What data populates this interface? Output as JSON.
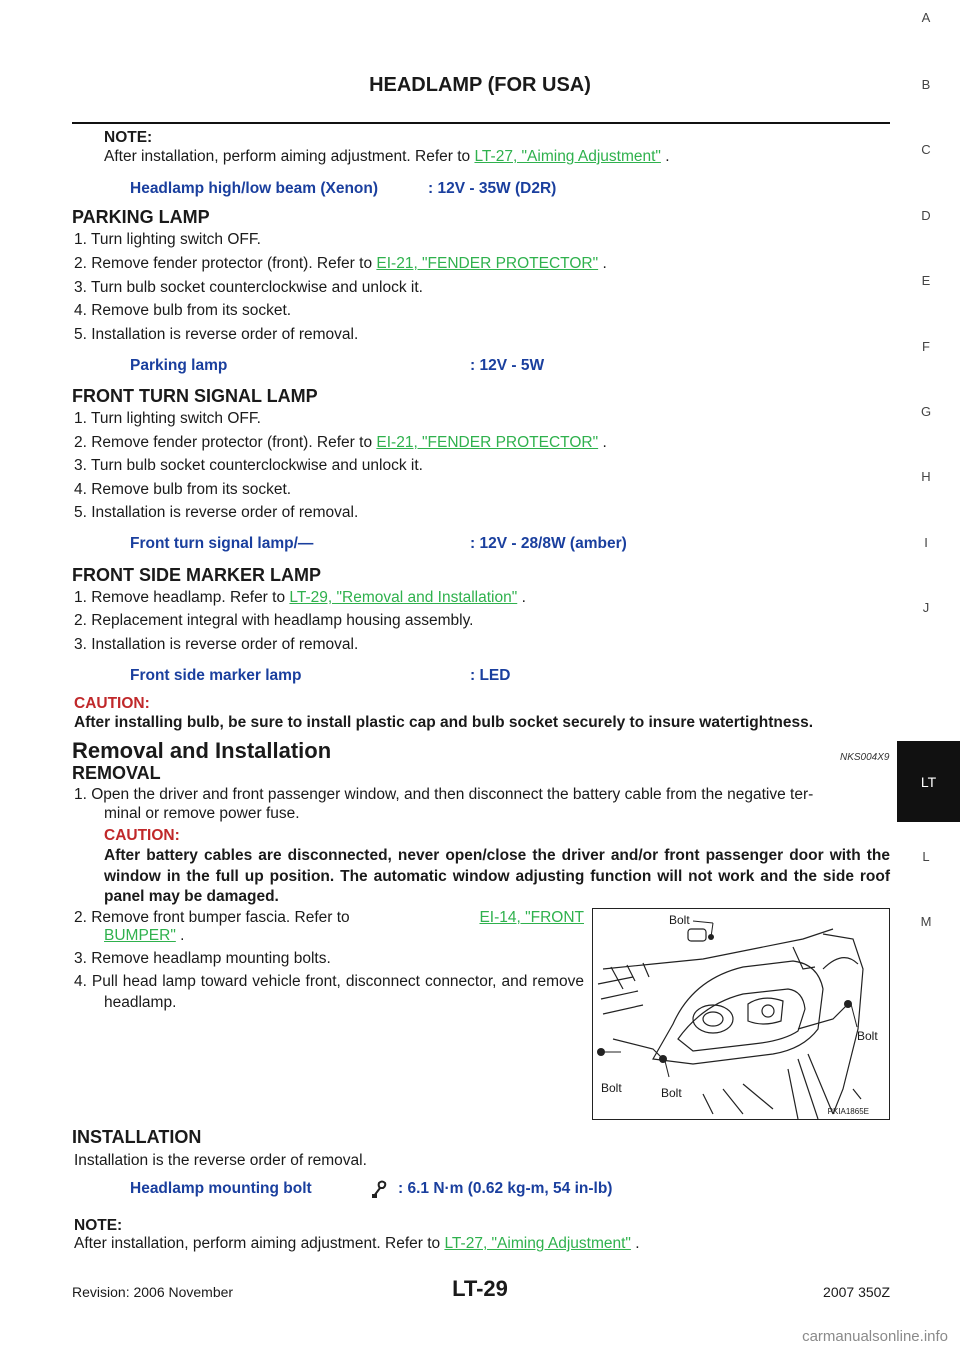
{
  "header": {
    "title": "HEADLAMP (FOR USA)"
  },
  "side_index": [
    "A",
    "B",
    "C",
    "D",
    "E",
    "F",
    "G",
    "H",
    "I",
    "J",
    "LT",
    "L",
    "M"
  ],
  "intro_note": {
    "label": "NOTE:",
    "text": "After installation, perform aiming adjustment. Refer to",
    "link": "LT-27, \"Aiming Adjustment\"",
    "suffix": "."
  },
  "spec_headlamp": {
    "name": "Headlamp high/low beam (Xenon)",
    "value": ": 12V - 35W (D2R)"
  },
  "parking": {
    "heading": "PARKING LAMP",
    "steps": [
      "1. Turn lighting switch OFF.",
      "2. Remove fender protector (front). Refer to",
      "3. Turn bulb socket counterclockwise and unlock it.",
      "4. Remove bulb from its socket.",
      "5. Installation is reverse order of removal."
    ],
    "link": "EI-21, \"FENDER PROTECTOR\"",
    "suffix": ".",
    "spec_name": "Parking lamp",
    "spec_value": ": 12V - 5W"
  },
  "turn": {
    "heading": "FRONT TURN SIGNAL LAMP",
    "steps": [
      "1. Turn lighting switch OFF.",
      "2. Remove fender protector (front). Refer to",
      "3. Turn bulb socket counterclockwise and unlock it.",
      "4. Remove bulb from its socket.",
      "5. Installation is reverse order of removal."
    ],
    "link": "EI-21, \"FENDER PROTECTOR\"",
    "suffix": ".",
    "spec_name": "Front turn signal lamp/—",
    "spec_value": ": 12V - 28/8W (amber)"
  },
  "marker": {
    "heading": "FRONT SIDE MARKER LAMP",
    "steps": [
      "1. Remove headlamp. Refer to",
      "2. Replacement integral with headlamp housing assembly.",
      "3. Installation is reverse order of removal."
    ],
    "link": "LT-29, \"Removal and Installation\"",
    "suffix": ".",
    "spec_name": "Front side marker lamp",
    "spec_value": ": LED"
  },
  "caution1": {
    "label": "CAUTION:",
    "text": "After installing bulb, be sure to install plastic cap and bulb socket securely to insure watertightness."
  },
  "removal_section": {
    "title": "Removal and Installation",
    "code": "NKS004X9"
  },
  "removal": {
    "heading": "REMOVAL",
    "step1_line1": "1. Open the driver and front passenger window, and then disconnect the battery cable from the negative ter-",
    "step1_line2": "minal or remove power fuse.",
    "caution_label": "CAUTION:",
    "caution_text": "After battery cables are disconnected, never open/close the driver and/or front passenger door with the window in the full up position. The automatic window adjusting function will not work and the side roof panel may be damaged.",
    "step2_prefix": "2. Remove front bumper fascia. Refer to",
    "step2_link_a": "EI-14, \"FRONT",
    "step2_link_b": "BUMPER\"",
    "step2_suffix": ".",
    "step3": "3. Remove headlamp mounting bolts.",
    "step4": "4. Pull head lamp toward vehicle front, disconnect connector, and remove headlamp."
  },
  "figure": {
    "labels": [
      "Bolt",
      "Bolt",
      "Bolt",
      "Bolt"
    ],
    "code": "PKIA1865E"
  },
  "installation": {
    "heading": "INSTALLATION",
    "text": "Installation is the reverse order of removal.",
    "spec_name": "Headlamp mounting bolt",
    "spec_value": ": 6.1 N·m (0.62 kg-m, 54 in-lb)",
    "note_label": "NOTE:",
    "note_text": "After installation, perform aiming adjustment. Refer to",
    "note_link": "LT-27, \"Aiming Adjustment\"",
    "note_suffix": "."
  },
  "footer": {
    "revision": "Revision: 2006 November",
    "page": "LT-29",
    "model": "2007 350Z"
  },
  "watermark": "carmanualsonline.info"
}
